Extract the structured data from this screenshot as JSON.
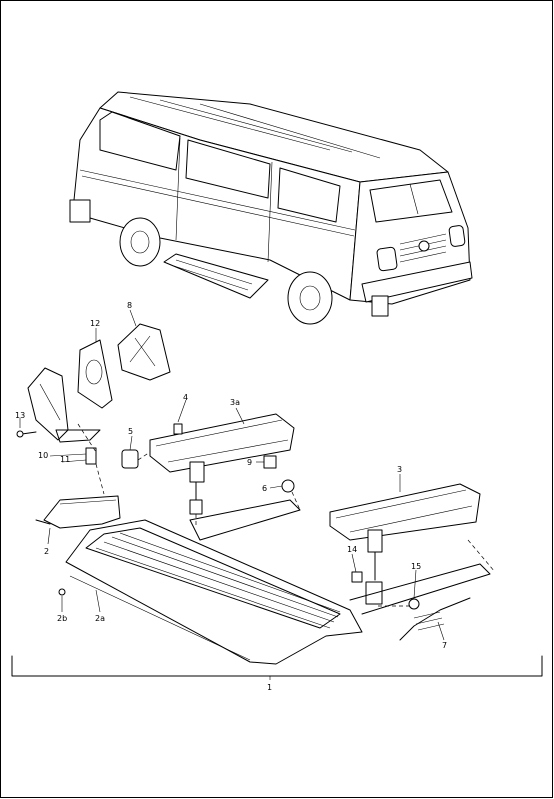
{
  "callouts": {
    "c1": "1",
    "c2": "2",
    "c2a": "2a",
    "c2b": "2b",
    "c3": "3",
    "c3a": "3a",
    "c4": "4",
    "c5": "5",
    "c6": "6",
    "c7": "7",
    "c8": "8",
    "c9": "9",
    "c10": "10",
    "c11": "11",
    "c12": "12",
    "c13": "13",
    "c14": "14",
    "c15": "15"
  }
}
